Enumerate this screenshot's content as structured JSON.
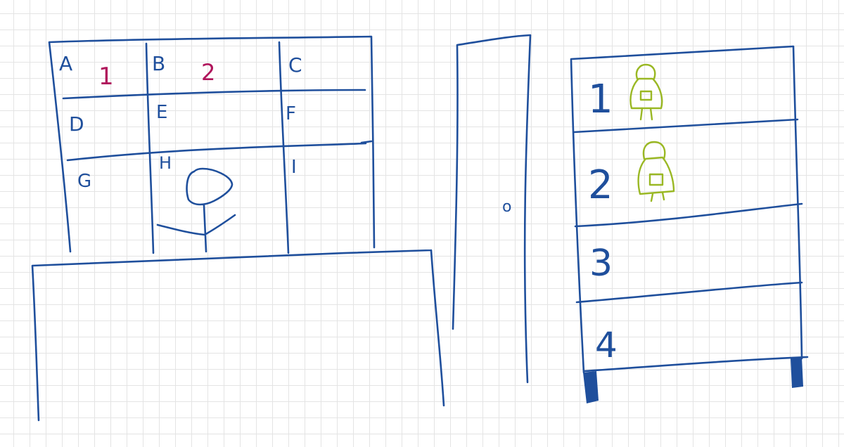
{
  "colors": {
    "ink": "#1f4f9c",
    "pink": "#b0165c",
    "green": "#9ab824",
    "grid": "#e4e4e4",
    "paper": "#ffffff"
  },
  "grid_board": {
    "cells": [
      {
        "letter": "A",
        "number": "1"
      },
      {
        "letter": "B",
        "number": "2"
      },
      {
        "letter": "C"
      },
      {
        "letter": "D"
      },
      {
        "letter": "E"
      },
      {
        "letter": "F"
      },
      {
        "letter": "G"
      },
      {
        "letter": "H"
      },
      {
        "letter": "I"
      }
    ],
    "drawn_figure": "lollipop-tree"
  },
  "desk": {},
  "door": {
    "knob_label": "o"
  },
  "bunk": {
    "shelves": [
      "1",
      "2",
      "3",
      "4"
    ],
    "occupants": [
      {
        "shelf": "1",
        "icon": "person-icon"
      },
      {
        "shelf": "2",
        "icon": "person-icon"
      }
    ]
  }
}
